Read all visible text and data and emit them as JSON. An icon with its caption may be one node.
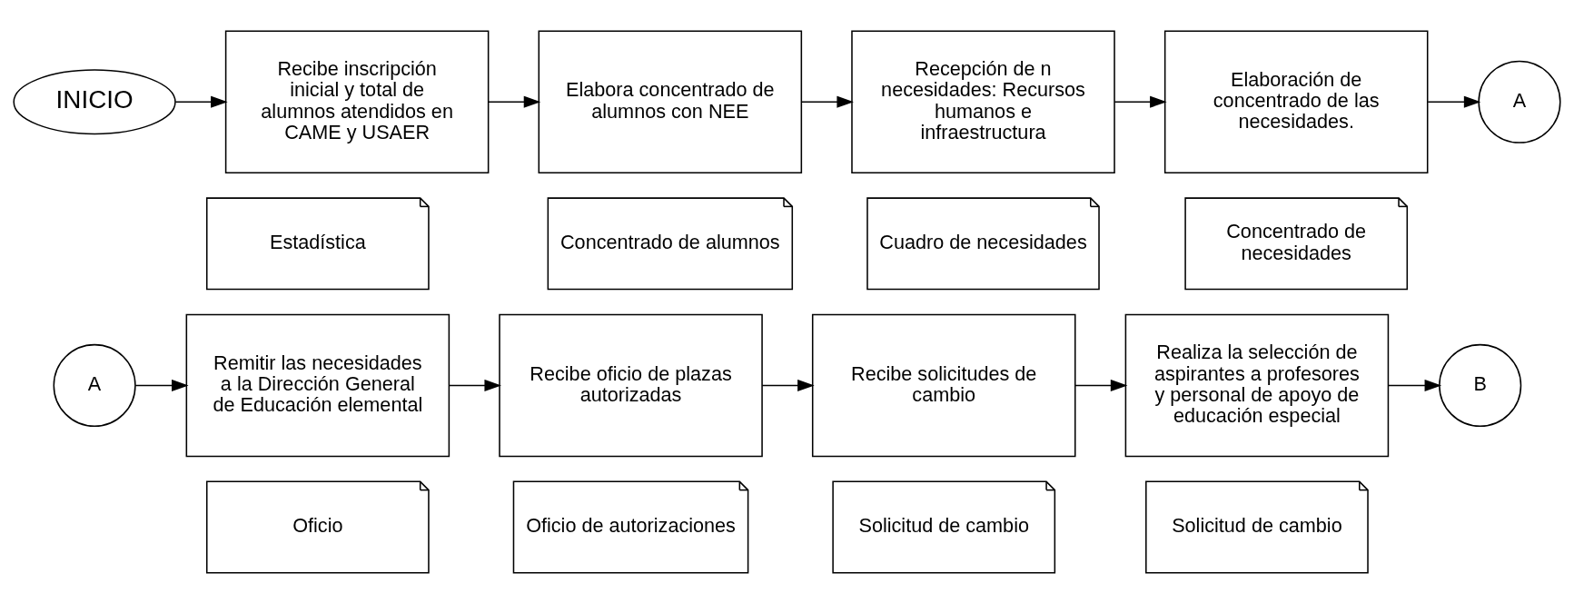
{
  "diagram": {
    "nodes": [
      {
        "text": [
          "INICIO"
        ]
      },
      {
        "text": [
          "Recibe inscripción inicial y total de alumnos atendidos en CAME y USAER"
        ]
      },
      {
        "text": [
          "Estadística"
        ]
      },
      {
        "text": [
          "Elabora concentrado de alumnos con NEE"
        ]
      },
      {
        "text": [
          "Concentrado de alumnos"
        ]
      },
      {
        "text": [
          "Recepción de n necesidades: Recursos humanos e infraestructura"
        ]
      },
      {
        "text": [
          "Cuadro de necesidades"
        ]
      },
      {
        "text": [
          "Elaboración de concentrado de las necesidades."
        ]
      },
      {
        "text": [
          "Concentrado de necesidades"
        ]
      },
      {
        "text": [
          "A"
        ]
      },
      {
        "text": [
          "A"
        ]
      },
      {
        "text": [
          "Remitir las necesidades a la Dirección General de Educación elemental"
        ]
      },
      {
        "text": [
          "Oficio"
        ]
      },
      {
        "text": [
          "Recibe oficio de plazas autorizadas"
        ]
      },
      {
        "text": [
          "Oficio de autorizaciones"
        ]
      },
      {
        "text": [
          "Recibe solicitudes de cambio"
        ]
      },
      {
        "text": [
          "Solicitud de cambio"
        ]
      },
      {
        "text": [
          "Realiza la selección de aspirantes a profesores y personal de apoyo de educación especial"
        ]
      },
      {
        "text": [
          "Solicitud de cambio"
        ]
      },
      {
        "text": [
          "B"
        ]
      }
    ],
    "edges": [
      {
        "from": 0,
        "to": 1,
        "arrow": "to"
      },
      {
        "from": 1,
        "to": 3,
        "arrow": "to"
      },
      {
        "from": 3,
        "to": 5,
        "arrow": "to"
      },
      {
        "from": 5,
        "to": 7,
        "arrow": "to"
      },
      {
        "from": 7,
        "to": 9,
        "arrow": "to"
      },
      {
        "from": 10,
        "to": 11,
        "arrow": "to"
      },
      {
        "from": 11,
        "to": 13,
        "arrow": "to"
      },
      {
        "from": 13,
        "to": 15,
        "arrow": "to"
      },
      {
        "from": 15,
        "to": 17,
        "arrow": "to"
      },
      {
        "from": 17,
        "to": 19,
        "arrow": "to"
      }
    ]
  }
}
